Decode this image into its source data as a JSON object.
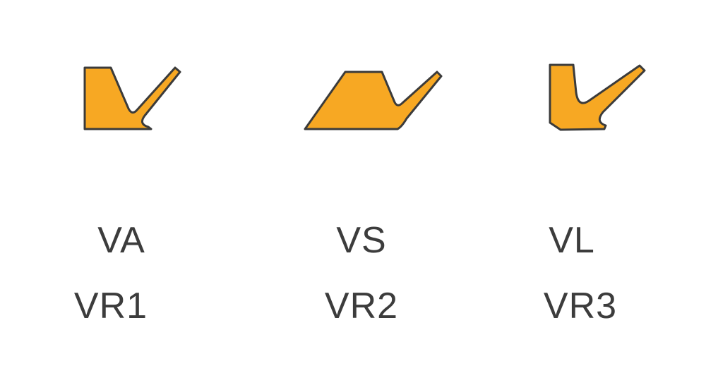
{
  "colors": {
    "shape_fill": "#F7A823",
    "shape_stroke": "#3B3B3B",
    "label_text": "#3C3C3C",
    "background": "#FFFFFF"
  },
  "profiles": [
    {
      "type_label": "VA",
      "series_label": "VR1",
      "shape": "va-seal-profile"
    },
    {
      "type_label": "VS",
      "series_label": "VR2",
      "shape": "vs-seal-profile"
    },
    {
      "type_label": "VL",
      "series_label": "VR3",
      "shape": "vl-seal-profile"
    }
  ]
}
